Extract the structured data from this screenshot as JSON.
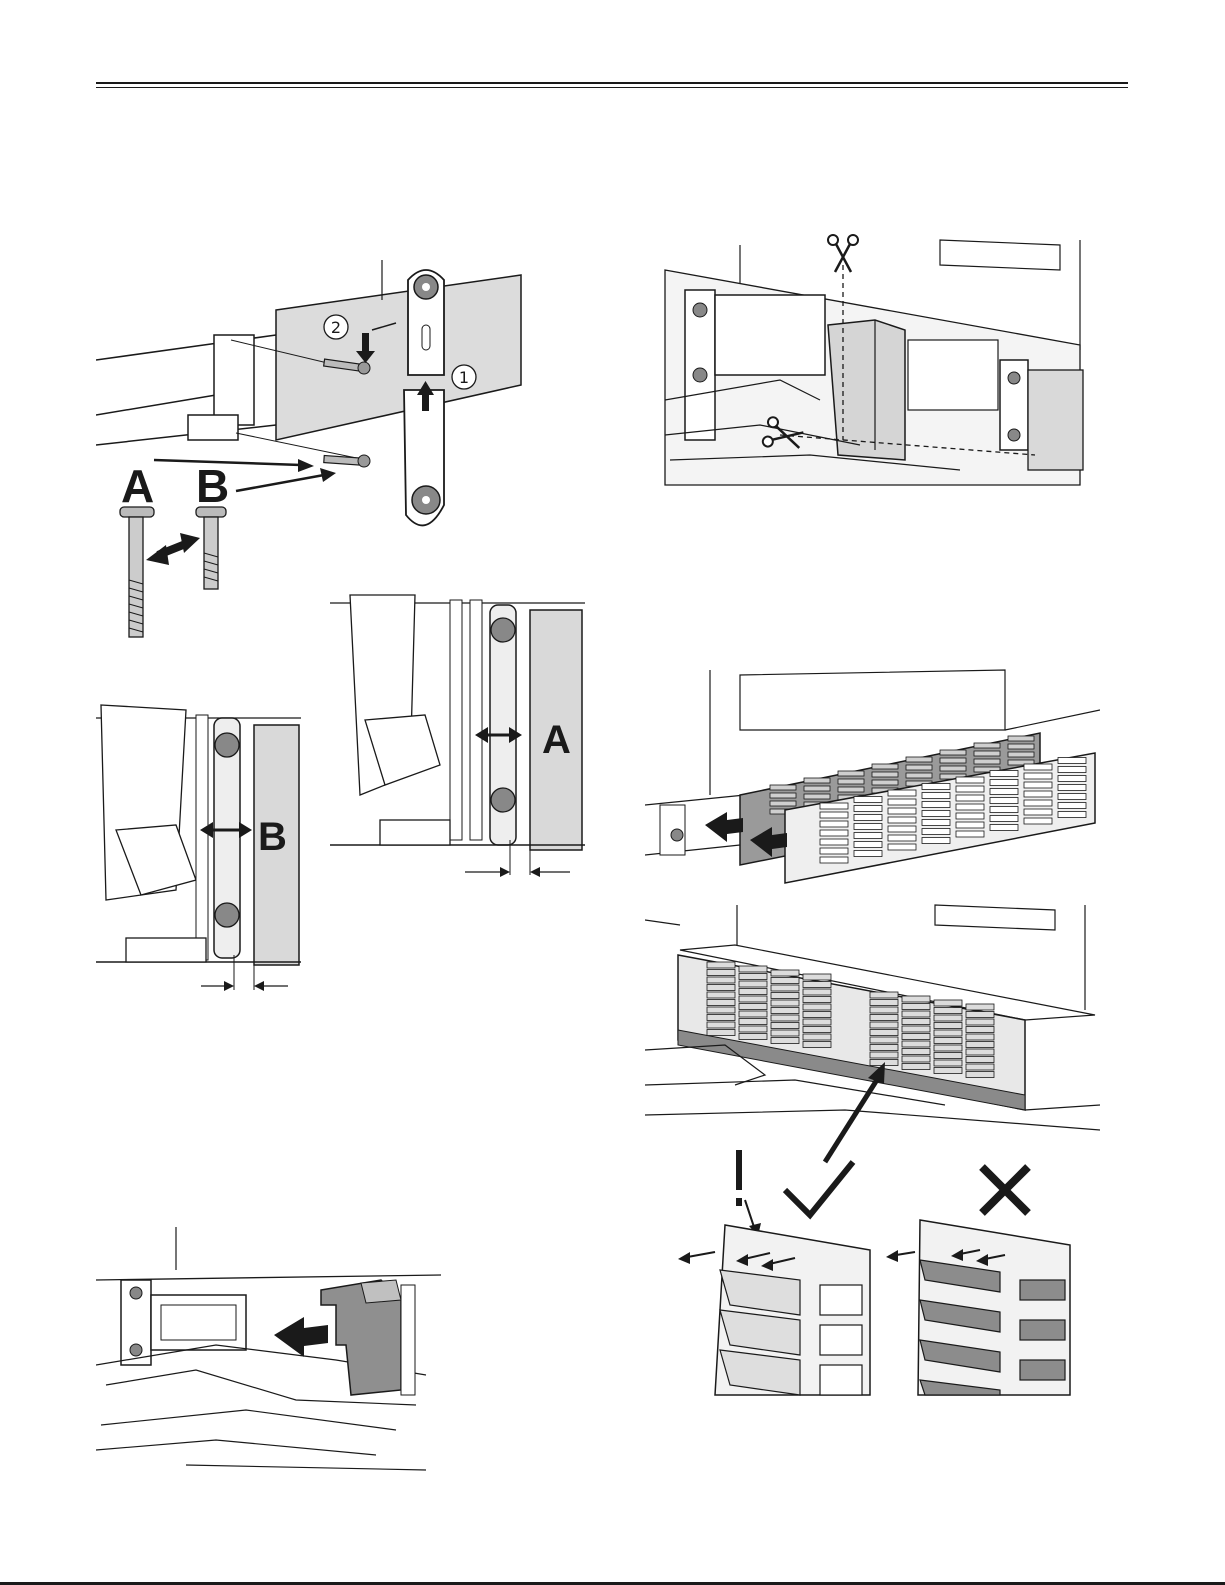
{
  "colors": {
    "ink": "#1a1a1a",
    "panel": "#d9d9d9",
    "panel_light": "#ededed",
    "dark_fill": "#8a8a8a"
  },
  "fig_screws": {
    "label_a": "A",
    "label_b": "B",
    "step_1": "1",
    "step_2": "2"
  },
  "fig_distance_a": {
    "label": "A"
  },
  "fig_distance_b": {
    "label": "B"
  },
  "icons": {
    "scissors": "scissors-icon",
    "check": "checkmark-icon",
    "cross": "cross-icon",
    "warning": "exclamation-icon"
  }
}
